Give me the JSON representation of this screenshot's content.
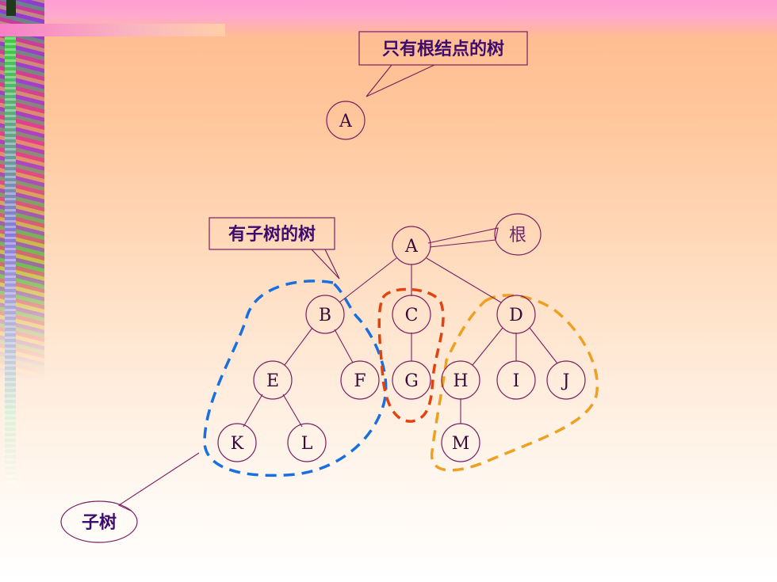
{
  "single_node_tree": {
    "callout_label": "只有根结点的树",
    "node_label": "A"
  },
  "subtree_tree": {
    "callout_label": "有子树的树",
    "root_callout_label": "根",
    "subtree_callout_label": "子树",
    "nodes": {
      "A": "A",
      "B": "B",
      "C": "C",
      "D": "D",
      "E": "E",
      "F": "F",
      "G": "G",
      "H": "H",
      "I": "I",
      "J": "J",
      "K": "K",
      "L": "L",
      "M": "M"
    }
  },
  "colors": {
    "node_stroke": "#7b1e5f",
    "subtree_blue": "#1a6fe0",
    "subtree_red": "#e2420f",
    "subtree_orange": "#f0a020"
  }
}
